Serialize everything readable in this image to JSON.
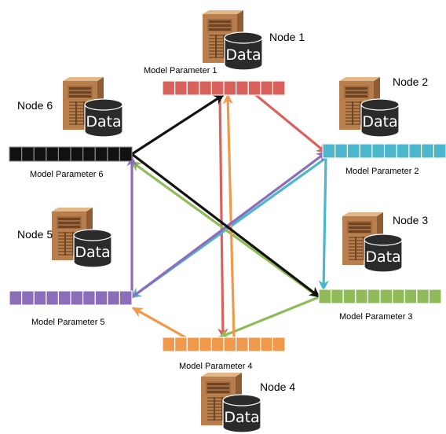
{
  "nodes": [
    {
      "id": 1,
      "label": "Node 1",
      "param_label": "Model Parameter 1",
      "data_label": "Data",
      "param_color": "#d9625d"
    },
    {
      "id": 2,
      "label": "Node 2",
      "param_label": "Model Parameter 2",
      "data_label": "Data",
      "param_color": "#4bb6cc"
    },
    {
      "id": 3,
      "label": "Node 3",
      "param_label": "Model Parameter 3",
      "data_label": "Data",
      "param_color": "#8fbc58"
    },
    {
      "id": 4,
      "label": "Node 4",
      "param_label": "Model Parameter 4",
      "data_label": "Data",
      "param_color": "#f0994a"
    },
    {
      "id": 5,
      "label": "Node 5",
      "param_label": "Model Parameter 5",
      "data_label": "Data",
      "param_color": "#8b6dba"
    },
    {
      "id": 6,
      "label": "Node 6",
      "param_label": "Model Parameter 6",
      "data_label": "Data",
      "param_color": "#111111"
    }
  ],
  "edges": [
    {
      "from": 1,
      "to": 2,
      "color": "#d9625d"
    },
    {
      "from": 1,
      "to": 4,
      "color": "#d9625d"
    },
    {
      "from": 2,
      "to": 3,
      "color": "#4bb6cc"
    },
    {
      "from": 2,
      "to": 5,
      "color": "#4bb6cc"
    },
    {
      "from": 3,
      "to": 6,
      "color": "#8fbc58"
    },
    {
      "from": 3,
      "to": 4,
      "color": "#8fbc58"
    },
    {
      "from": 4,
      "to": 1,
      "color": "#f0994a"
    },
    {
      "from": 4,
      "to": 5,
      "color": "#f0994a"
    },
    {
      "from": 5,
      "to": 2,
      "color": "#8b6dba"
    },
    {
      "from": 5,
      "to": 6,
      "color": "#8b6dba"
    },
    {
      "from": 6,
      "to": 1,
      "color": "#111111"
    },
    {
      "from": 6,
      "to": 3,
      "color": "#111111"
    }
  ]
}
